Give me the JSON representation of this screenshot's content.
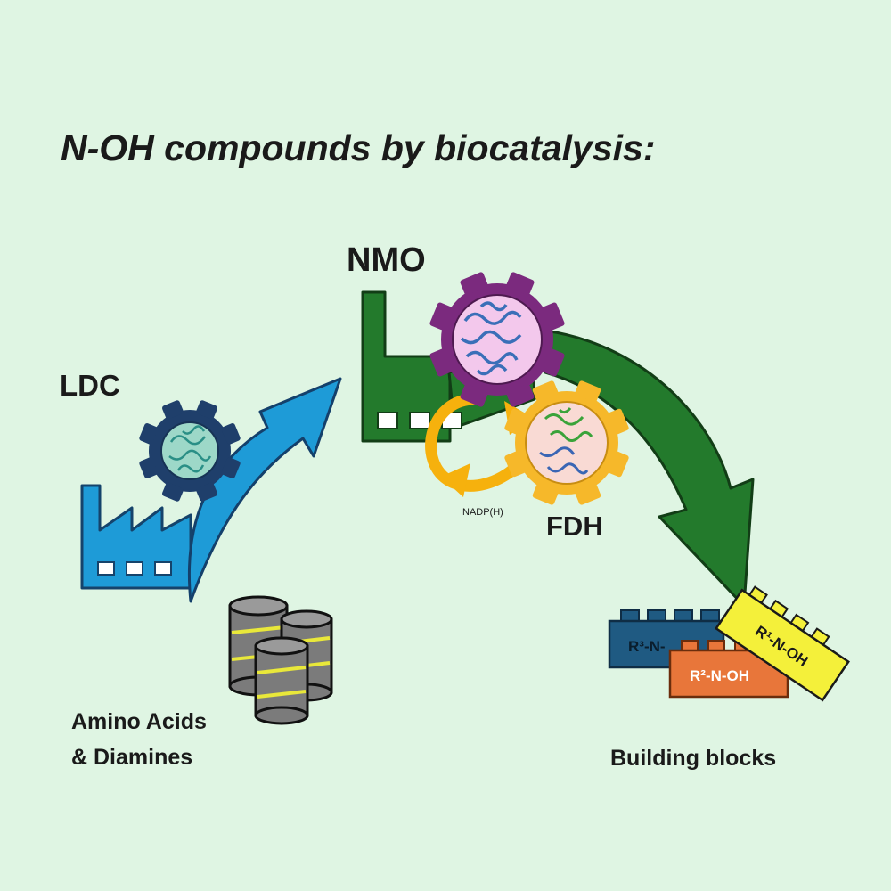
{
  "title": "N-OH compounds by biocatalysis:",
  "labels": {
    "ldc": "LDC",
    "nmo": "NMO",
    "fdh": "FDH",
    "cofactor": "NADP(H)",
    "substrates_line1": "Amino Acids",
    "substrates_line2": "& Diamines",
    "products": "Building blocks"
  },
  "blocks": {
    "r3": "R³-N-",
    "r2": "R²-N-OH",
    "r1": "R¹-N-OH"
  },
  "colors": {
    "background": "#dff5e3",
    "ldc_factory": "#1e9bd7",
    "ldc_gear": "#1f3f6b",
    "nmo_factory": "#237a2c",
    "nmo_gear": "#7b2a7e",
    "fdh_gear": "#f6b82a",
    "cofactor_arrow": "#f6b10d",
    "block_r3": "#1f5a82",
    "block_r2": "#e8763a",
    "block_r1": "#f4f03a",
    "barrel": "#7b7b7b",
    "barrel_stripe": "#e9e83a"
  },
  "icons": [
    "factory-icon",
    "gear-icon",
    "barrel-icon",
    "arrow-icon",
    "lego-block-icon"
  ]
}
